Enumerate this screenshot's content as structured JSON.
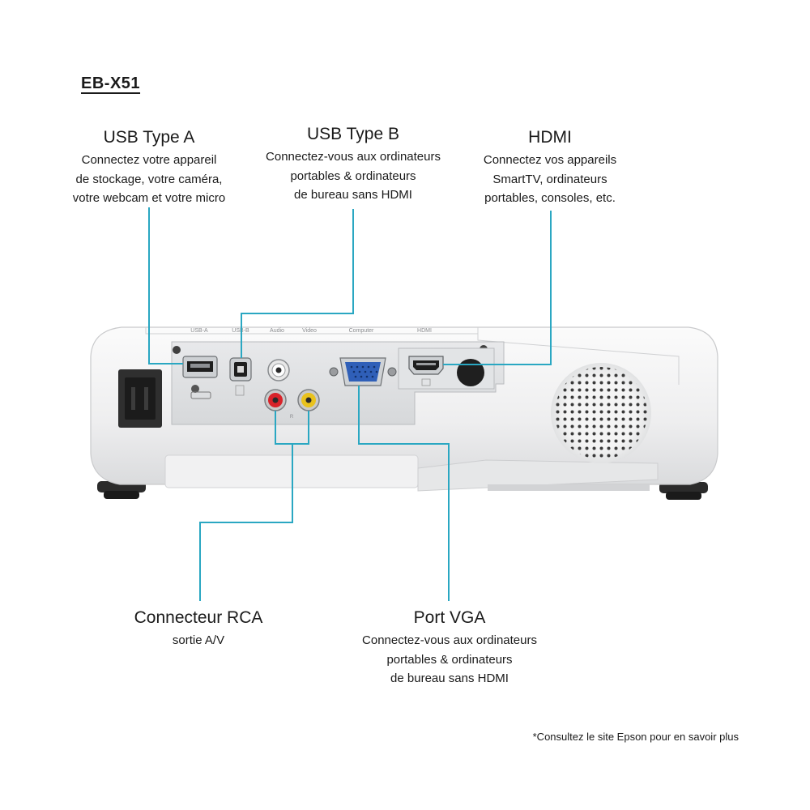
{
  "model": "EB-X51",
  "callouts": {
    "usb_a": {
      "title": "USB Type A",
      "lines": [
        "Connectez votre appareil",
        "de stockage, votre caméra,",
        "votre webcam et votre micro"
      ]
    },
    "usb_b": {
      "title": "USB Type B",
      "lines": [
        "Connectez-vous aux ordinateurs",
        "portables & ordinateurs",
        "de bureau sans HDMI"
      ]
    },
    "hdmi": {
      "title": "HDMI",
      "lines": [
        "Connectez vos appareils",
        "SmartTV, ordinateurs",
        "portables, consoles, etc."
      ]
    },
    "rca": {
      "title": "Connecteur RCA",
      "lines": [
        "sortie A/V"
      ]
    },
    "vga": {
      "title": "Port VGA",
      "lines": [
        "Connectez-vous aux ordinateurs",
        "portables & ordinateurs",
        "de bureau sans HDMI"
      ]
    }
  },
  "port_labels": {
    "usb_a": "USB-A",
    "usb_b": "USB-B",
    "audio": "Audio",
    "video": "Video",
    "computer": "Computer",
    "hdmi": "HDMI"
  },
  "footnote": "*Consultez le site Epson pour en savoir plus",
  "colors": {
    "leader_line": "#2aa7c2",
    "body": "#ffffff",
    "panel": "#dfe1e3",
    "vga_port": "#2f5fb8",
    "rca_audio": "#d8232a",
    "rca_video": "#e9c21d"
  }
}
